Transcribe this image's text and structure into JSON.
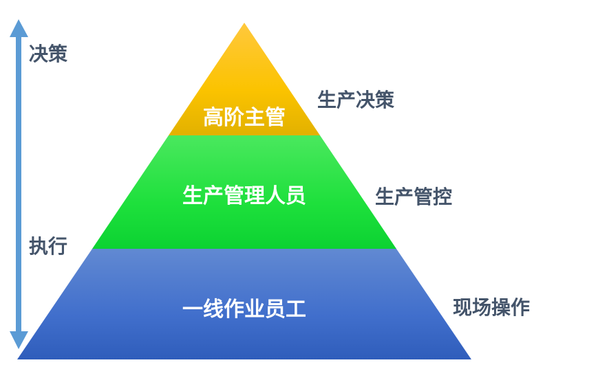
{
  "axis": {
    "top_label": "决策",
    "bottom_label": "执行",
    "color": "#5b9bd5"
  },
  "tiers": [
    {
      "label": "高阶主管",
      "role": "生产决策",
      "colors": [
        "#ffc83d",
        "#fbc300",
        "#e2b100"
      ]
    },
    {
      "label": "生产管理人员",
      "role": "生产管控",
      "colors": [
        "#4ae85e",
        "#1ee03c",
        "#0cd232"
      ]
    },
    {
      "label": "一线作业员工",
      "role": "现场操作",
      "colors": [
        "#6189d2",
        "#416fcc",
        "#2f5dbb"
      ]
    }
  ],
  "text_color": "#44546a"
}
